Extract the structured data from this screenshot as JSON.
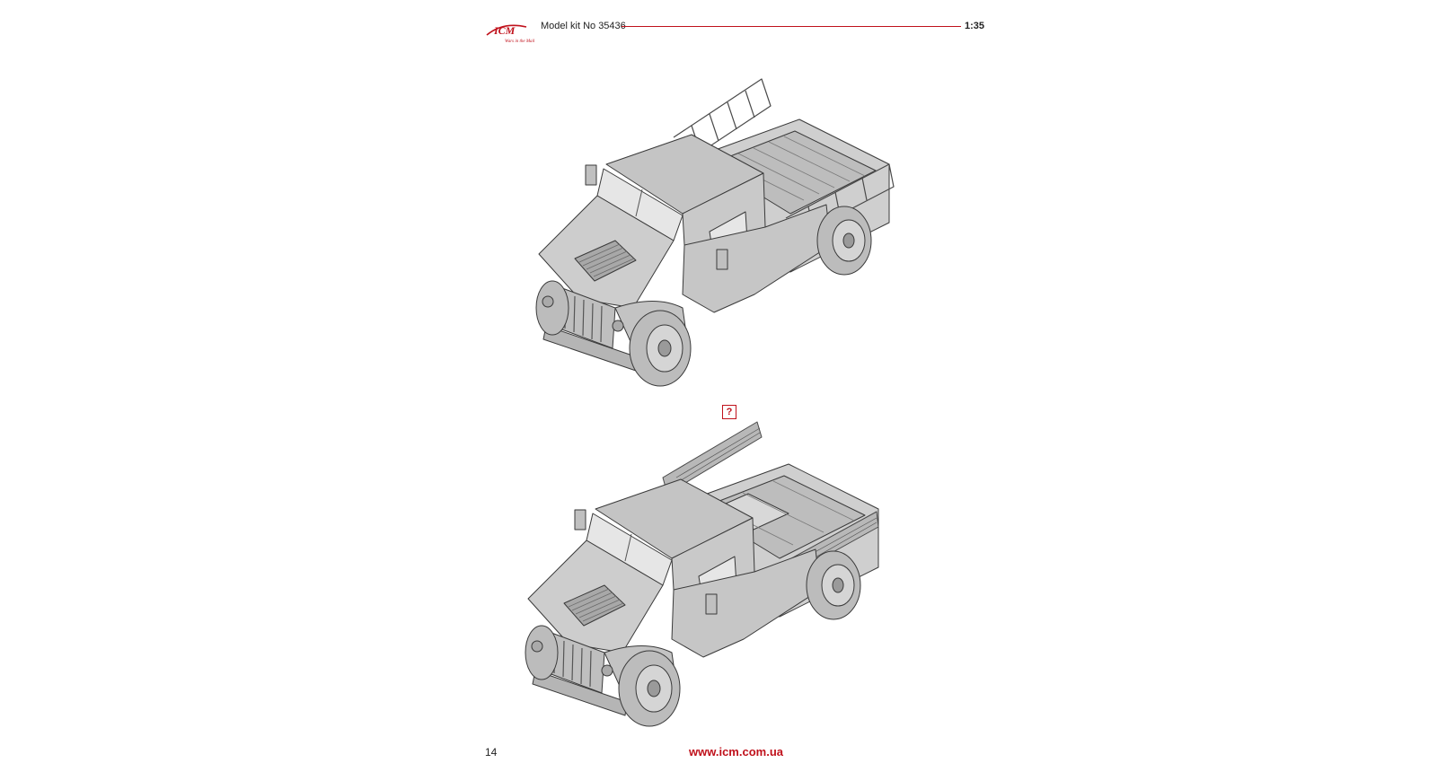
{
  "header": {
    "logo_text": "ICM",
    "logo_tagline": "Wars in the Mail",
    "kit_label": "Model kit No 35436",
    "scale": "1:35"
  },
  "steps": [
    {
      "illustration": "humvee-cargo-isometric-assembled"
    },
    {
      "illustration": "humvee-cargo-isometric-assembled-variant"
    }
  ],
  "question_marker": "?",
  "footer": {
    "page_number": "14",
    "website": "www.icm.com.ua"
  },
  "colors": {
    "accent": "#c0121c",
    "body_gray": "#c9c9c9",
    "outline": "#3a3a3a"
  }
}
